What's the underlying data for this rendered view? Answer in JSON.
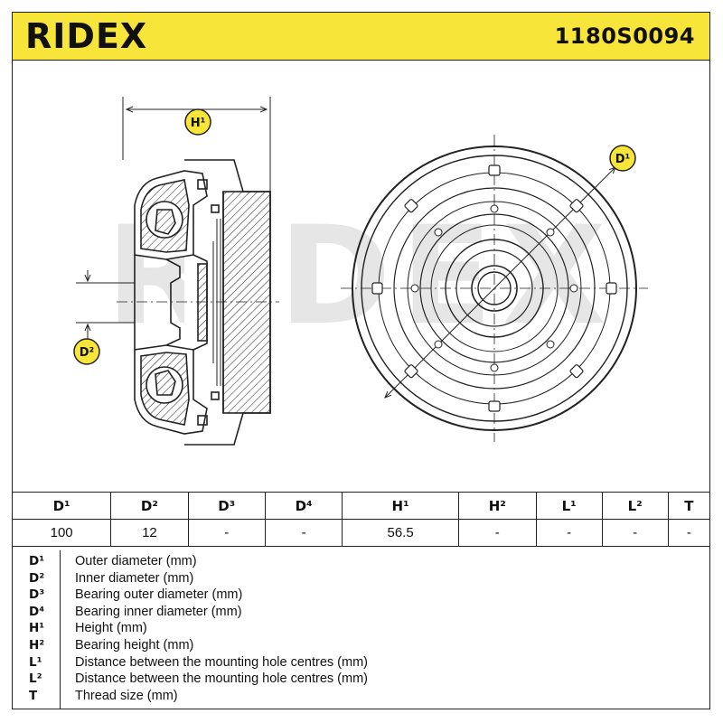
{
  "header": {
    "brand": "RIDEX",
    "part_number": "1180S0094",
    "background_color": "#f7e53a"
  },
  "drawing": {
    "watermark": "RIDEX",
    "callouts": {
      "h1": "H¹",
      "d1": "D¹",
      "d2": "D²"
    }
  },
  "spec_table": {
    "headers": [
      "D¹",
      "D²",
      "D³",
      "D⁴",
      "H¹",
      "H²",
      "L¹",
      "L²",
      "T"
    ],
    "values": [
      "100",
      "12",
      "-",
      "-",
      "56.5",
      "-",
      "-",
      "-",
      "-"
    ]
  },
  "legend": [
    {
      "code": "D¹",
      "description": "Outer diameter (mm)"
    },
    {
      "code": "D²",
      "description": "Inner diameter (mm)"
    },
    {
      "code": "D³",
      "description": "Bearing outer diameter (mm)"
    },
    {
      "code": "D⁴",
      "description": "Bearing inner diameter (mm)"
    },
    {
      "code": "H¹",
      "description": "Height (mm)"
    },
    {
      "code": "H²",
      "description": "Bearing height (mm)"
    },
    {
      "code": "L¹",
      "description": "Distance between the mounting hole centres (mm)"
    },
    {
      "code": "L²",
      "description": "Distance between the mounting hole centres (mm)"
    },
    {
      "code": "T",
      "description": "Thread size (mm)"
    }
  ]
}
